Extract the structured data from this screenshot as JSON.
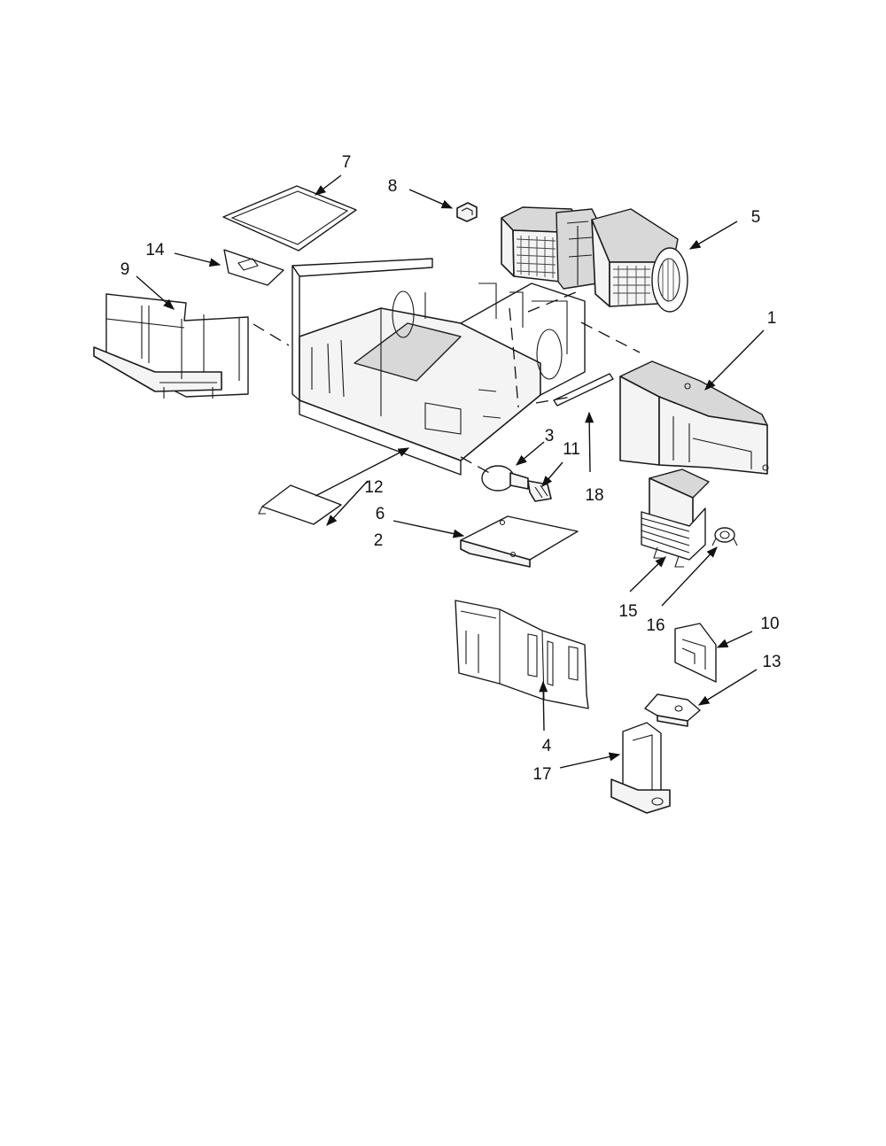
{
  "callouts": [
    "1",
    "2",
    "3",
    "4",
    "5",
    "6",
    "7",
    "8",
    "9",
    "10",
    "11",
    "12",
    "13",
    "14",
    "15",
    "16",
    "17",
    "18"
  ],
  "colors": {
    "line": "#1a1a1a",
    "paper": "#ffffff",
    "shade": "#d8d8d8"
  }
}
